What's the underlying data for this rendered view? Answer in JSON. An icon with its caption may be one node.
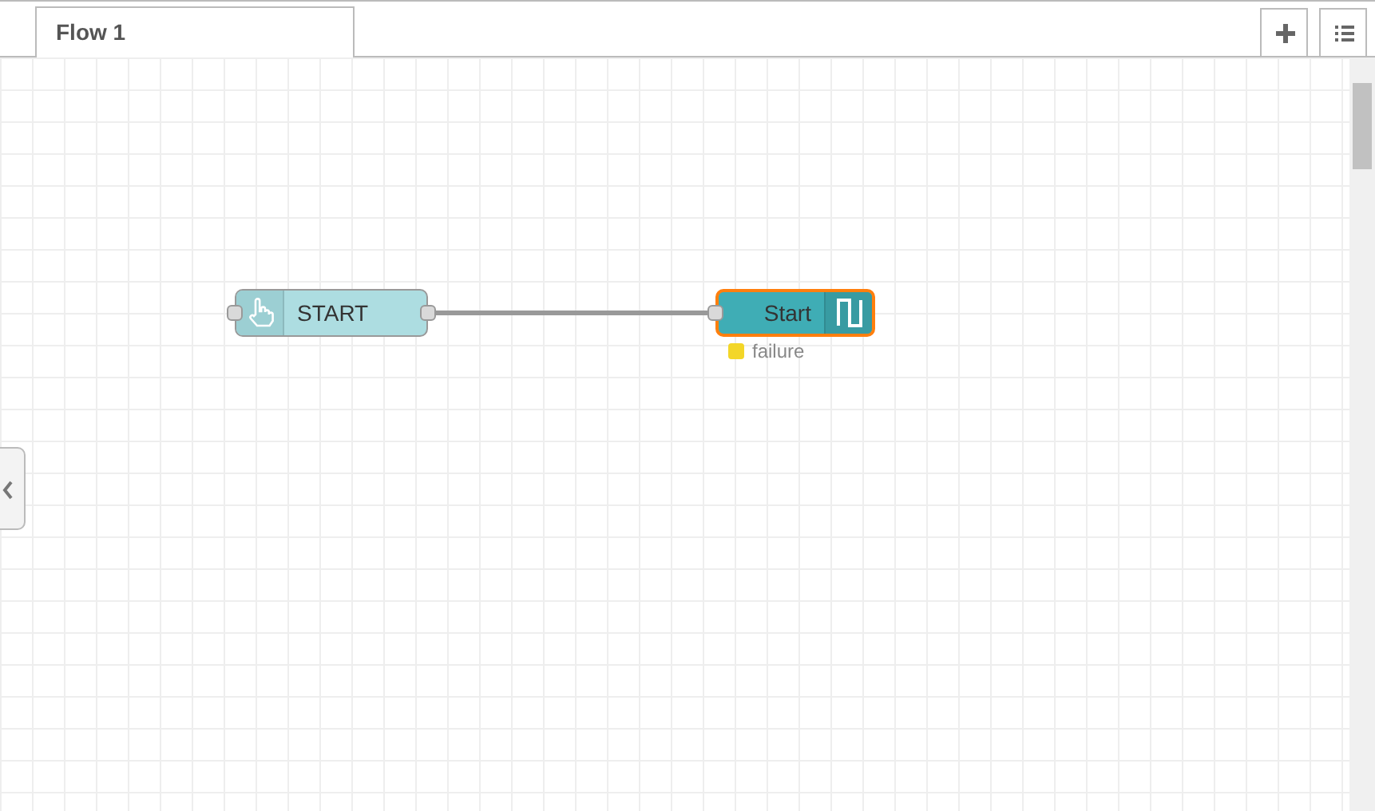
{
  "diagram": {
    "nodes": [
      {
        "text": [
          "START"
        ]
      },
      {
        "text": [
          "Start"
        ],
        "beside": [
          "failure"
        ]
      }
    ],
    "edges": [
      {
        "from": 0,
        "to": 1,
        "arrow": "none"
      }
    ],
    "labels": [
      "Flow 1"
    ]
  }
}
